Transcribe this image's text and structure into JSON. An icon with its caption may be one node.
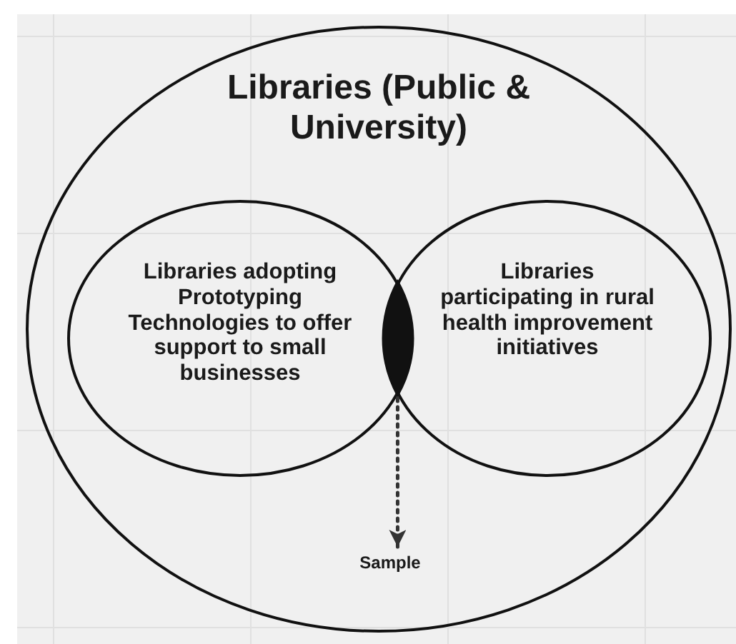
{
  "diagram": {
    "nodes": [
      {
        "text": [
          "Libraries (Public & University)"
        ]
      },
      {
        "text": [
          "Libraries adopting Prototyping Technologies to offer support to small businesses"
        ],
        "in": 0
      },
      {
        "text": [
          "Libraries participating in rural health improvement initiatives"
        ],
        "in": 0
      },
      {
        "text": [],
        "shape": "lens"
      },
      {
        "text": [
          "Sample"
        ],
        "in": 0
      }
    ],
    "edges": [
      {
        "from": 3,
        "to": 4,
        "arrow": "to",
        "style": "dashed"
      }
    ]
  }
}
